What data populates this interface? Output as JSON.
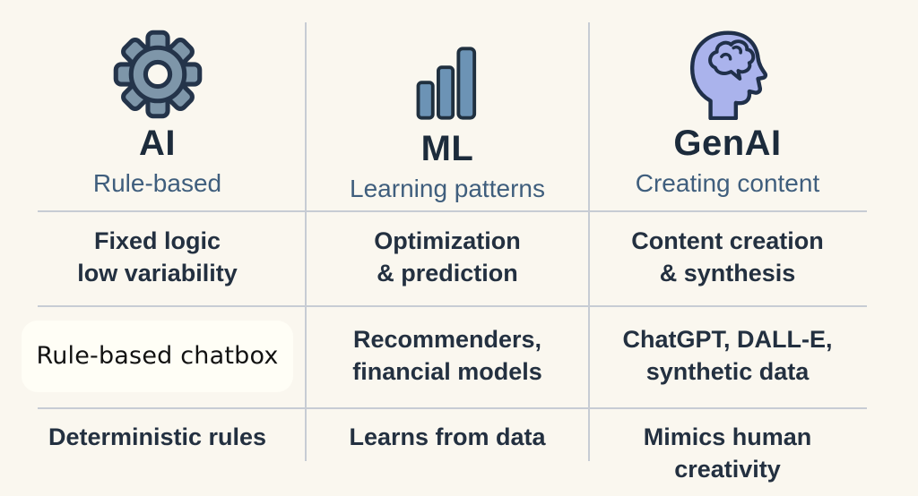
{
  "colors": {
    "background": "#FAF7EF",
    "grid_line": "#C7CCD4",
    "heading_text": "#1C2B3B",
    "subtitle_text": "#3F5E7D",
    "cell_text": "#233040",
    "example_highlight_text": "#121212",
    "gear_fill": "#7E96A9",
    "bars_fill": "#6C93B5",
    "head_fill": "#AAB3EC",
    "icon_stroke": "#24344A"
  },
  "headers": [
    {
      "icon": "gear-icon",
      "title": "AI",
      "subtitle": "Rule-based"
    },
    {
      "icon": "bar-chart-icon",
      "title": "ML",
      "subtitle": "Learning patterns"
    },
    {
      "icon": "head-brain-icon",
      "title": "GenAI",
      "subtitle": "Creating content"
    }
  ],
  "table": {
    "rows": [
      {
        "cells": [
          [
            "Fixed logic",
            "low variability"
          ],
          [
            "Optimization",
            "& prediction"
          ],
          [
            "Content creation",
            "& synthesis"
          ]
        ]
      },
      {
        "cells": [
          [
            "Rule-based chatbox"
          ],
          [
            "Recommenders,",
            "financial models"
          ],
          [
            "ChatGPT, DALL-E,",
            "synthetic data"
          ]
        ]
      },
      {
        "cells": [
          [
            "Deterministic rules"
          ],
          [
            "Learns from data"
          ],
          [
            "Mimics human creativity"
          ]
        ]
      }
    ]
  }
}
